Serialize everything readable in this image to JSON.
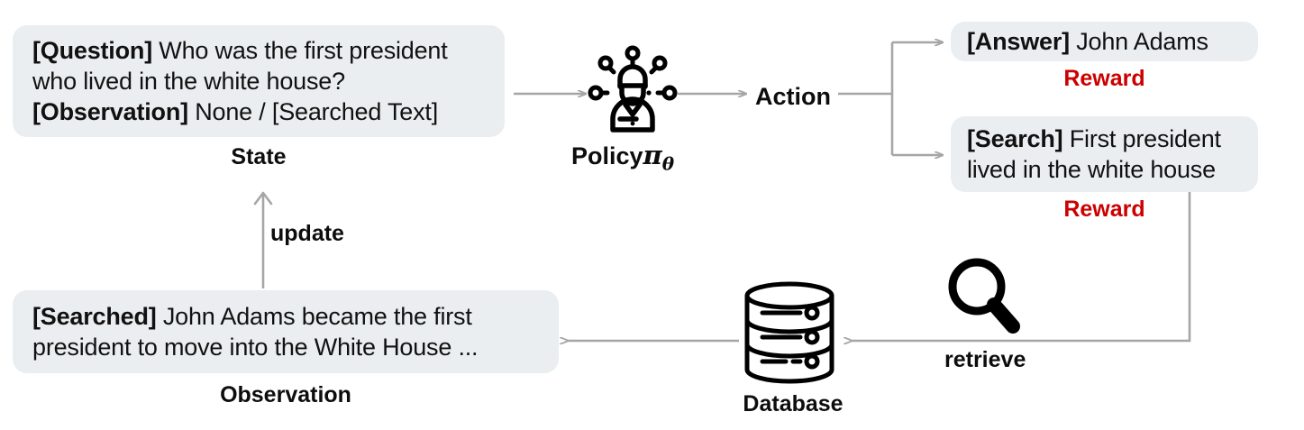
{
  "diagram": {
    "title": "Reinforcement learning search agent loop",
    "colors": {
      "box_fill": "#eaeef0",
      "arrow": "#a6a6a6",
      "reward_red": "#cc0000",
      "ink": "#0d0d0d",
      "background": "#ffffff"
    },
    "state_box": {
      "line1_tag": "[Question]",
      "line1_text": " Who was the first president",
      "line2_text": "who lived in the white house?",
      "line3_tag": "[Observation]",
      "line3_text": " None / [Searched Text]",
      "caption": "State"
    },
    "policy": {
      "label_word": "Policy",
      "symbol": "π",
      "subscript": "θ",
      "icon": "agent-with-search-nodes-icon"
    },
    "action": {
      "label": "Action"
    },
    "answer_box": {
      "tag": "[Answer]",
      "text": " John Adams",
      "reward": "Reward"
    },
    "search_box": {
      "tag": "[Search]",
      "text": " First president",
      "line2": "lived in the white house",
      "reward": "Reward"
    },
    "retrieve": {
      "label": "retrieve",
      "icon": "magnifier-icon"
    },
    "database": {
      "caption": "Database",
      "icon": "database-cylinder-icon"
    },
    "observation_box": {
      "tag": "[Searched]",
      "text": " John Adams became the first",
      "line2": "president to move into the White House ...",
      "caption": "Observation"
    },
    "update": {
      "label": "update"
    }
  }
}
